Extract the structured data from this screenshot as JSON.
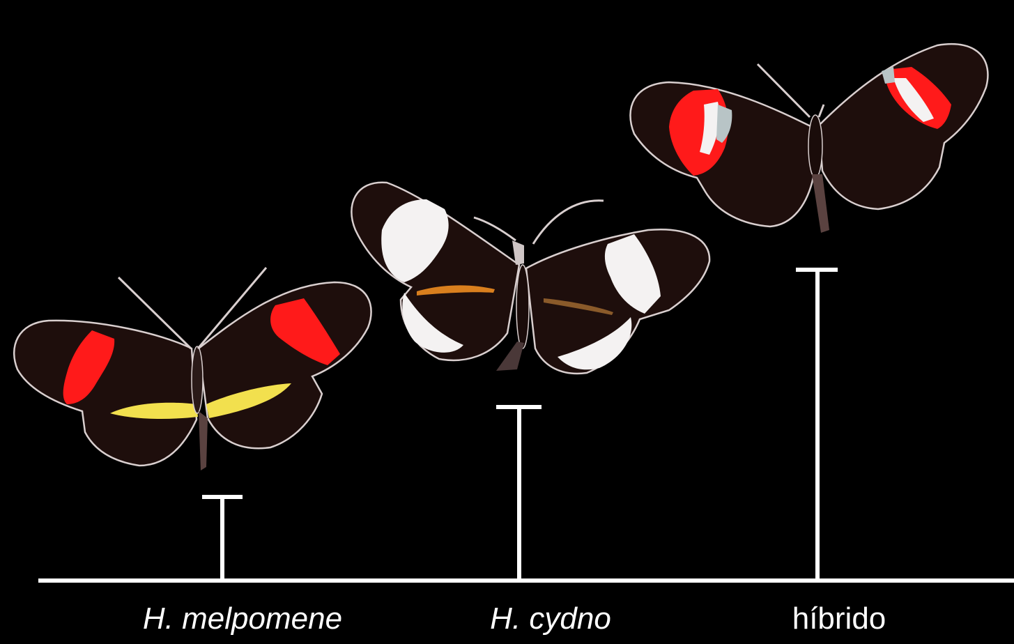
{
  "colors": {
    "background": "#000000",
    "axis": "#ffffff",
    "wing_dark": "#1e0e0c",
    "wing_outline": "#d9cfcf",
    "red_band": "#ff1a1a",
    "yellow_band": "#f2e04e",
    "white_band": "#f4f2f2",
    "orange_vein": "#d97f1e"
  },
  "specimens": [
    {
      "id": "melpomene",
      "label": "H. melpomene",
      "italic": true,
      "icon": "red-yellow-butterfly-icon"
    },
    {
      "id": "cydno",
      "label": "H. cydno",
      "italic": true,
      "icon": "white-banded-butterfly-icon"
    },
    {
      "id": "hybrid",
      "label": "híbrido",
      "italic": false,
      "icon": "hybrid-butterfly-icon"
    }
  ]
}
